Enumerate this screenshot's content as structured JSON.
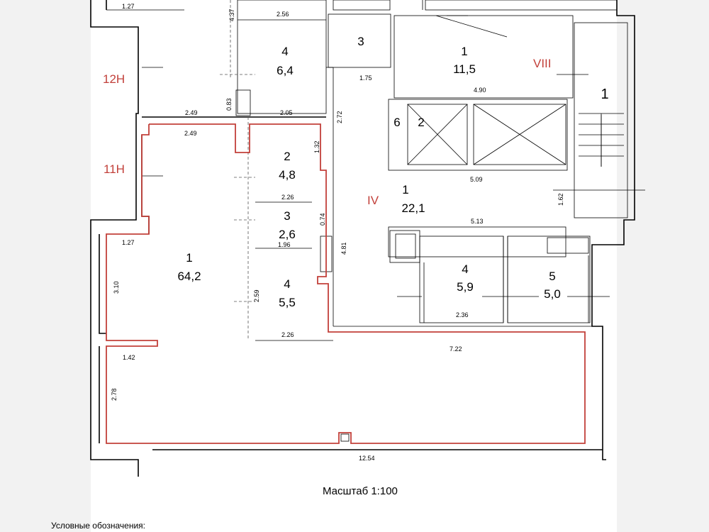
{
  "plan": {
    "scale_label": "Масштаб 1:100",
    "legend_title": "Условные обозначения:",
    "zones": {
      "z12": "12Н",
      "z11": "11Н",
      "z4": "IV",
      "z8": "VIII"
    },
    "rooms": {
      "r4_top_num": "4",
      "r4_top_area": "6,4",
      "r3_top_num": "3",
      "r1_top_num": "1",
      "r1_top_area": "11,5",
      "stair_num": "1",
      "lift6_num": "6",
      "lift2_num": "2",
      "r2_num": "2",
      "r2_area": "4,8",
      "r3_num": "3",
      "r3_area": "2,6",
      "r4_mid_num": "4",
      "r4_mid_area": "5,5",
      "r1_main_num": "1",
      "r1_main_area": "64,2",
      "r1_hall_num": "1",
      "r1_hall_area": "22,1",
      "r4_right_num": "4",
      "r4_right_area": "5,9",
      "r5_num": "5",
      "r5_area": "5,0"
    },
    "dims": {
      "d127a": "1.27",
      "d437": "4.37",
      "d256": "2.56",
      "d175": "1.75",
      "d490": "4.90",
      "d083": "0.83",
      "d249a": "2.49",
      "d205": "2.05",
      "d249b": "2.49",
      "d132": "1.32",
      "d272": "2.72",
      "d509": "5.09",
      "d162": "1.62",
      "d226a": "2.26",
      "d074": "0.74",
      "d513": "5.13",
      "d127b": "1.27",
      "d196": "1.96",
      "d481": "4.81",
      "d310": "3.10",
      "d259": "2.59",
      "d236": "2.36",
      "d226b": "2.26",
      "d722": "7.22",
      "d142": "1.42",
      "d278": "2.78",
      "d1254": "12.54"
    }
  }
}
